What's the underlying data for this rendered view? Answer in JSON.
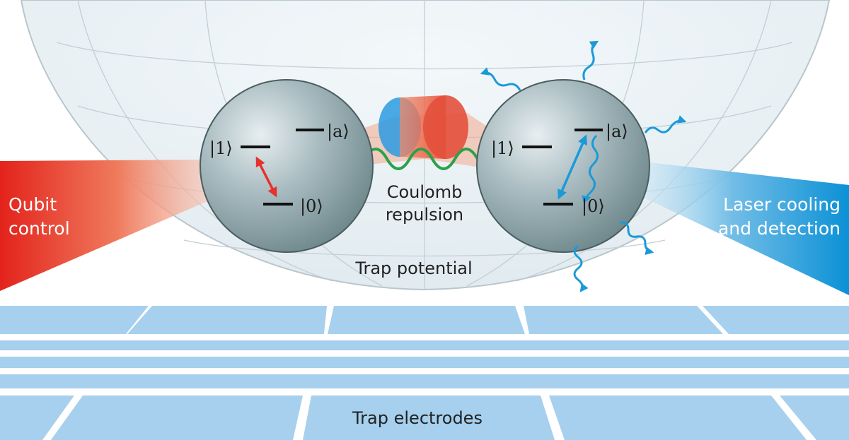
{
  "labels": {
    "qubit_control_line1": "Qubit",
    "qubit_control_line2": "control",
    "laser_line1": "Laser cooling",
    "laser_line2": "and detection",
    "coulomb_line1": "Coulomb",
    "coulomb_line2": "repulsion",
    "trap_potential": "Trap potential",
    "trap_electrodes": "Trap electrodes"
  },
  "levels": {
    "one": "|1⟩",
    "zero": "|0⟩",
    "aux": "|a⟩"
  },
  "colors": {
    "qubit_red": "#e5322d",
    "laser_blue": "#1b9ad8",
    "electrode_blue": "#a6d0ee",
    "coulomb_green": "#2aa14a",
    "ion_gray": "#8aa2a8"
  }
}
